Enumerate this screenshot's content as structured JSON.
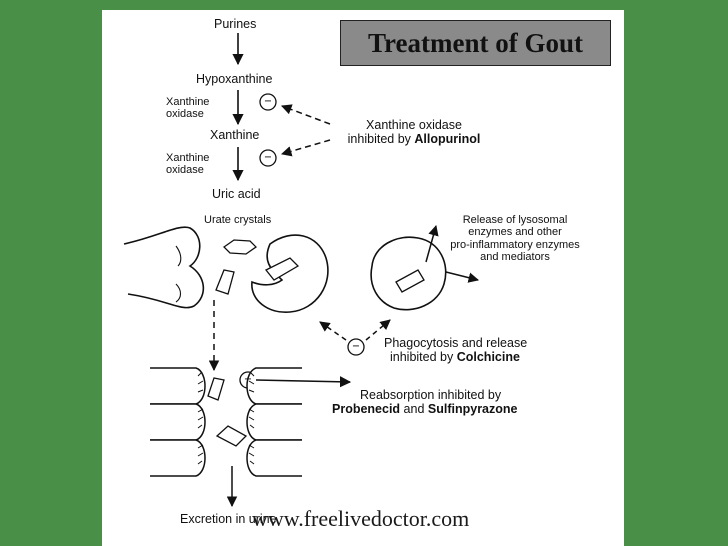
{
  "title": "Treatment of Gout",
  "pathway": {
    "purines": "Purines",
    "hypoxanthine": "Hypoxanthine",
    "enzyme1": "Xanthine oxidase",
    "xanthine": "Xanthine",
    "enzyme2": "Xanthine oxidase",
    "uric_acid": "Uric acid"
  },
  "inhibit_symbol": "−",
  "allopurinol_note": {
    "line1": "Xanthine oxidase",
    "line2_prefix": "inhibited by ",
    "drug": "Allopurinol"
  },
  "urate_crystals": "Urate crystals",
  "release_note": {
    "line1": "Release of lysosomal",
    "line2": "enzymes and other",
    "line3": "pro-inflammatory enzymes",
    "line4": "and mediators"
  },
  "colchicine_note": {
    "line1": "Phagocytosis and release",
    "line2_prefix": "inhibited by ",
    "drug": "Colchicine"
  },
  "reabsorption_note": {
    "line1": "Reabsorption inhibited by",
    "drug1": "Probenecid",
    "joiner": " and ",
    "drug2": "Sulfinpyrazone"
  },
  "excretion": "Excretion in urine",
  "watermark": "www.freelivedoctor.com",
  "colors": {
    "background": "#4a8f47",
    "panel": "#ffffff",
    "title_box": "#8a8a8a",
    "ink": "#111111"
  }
}
